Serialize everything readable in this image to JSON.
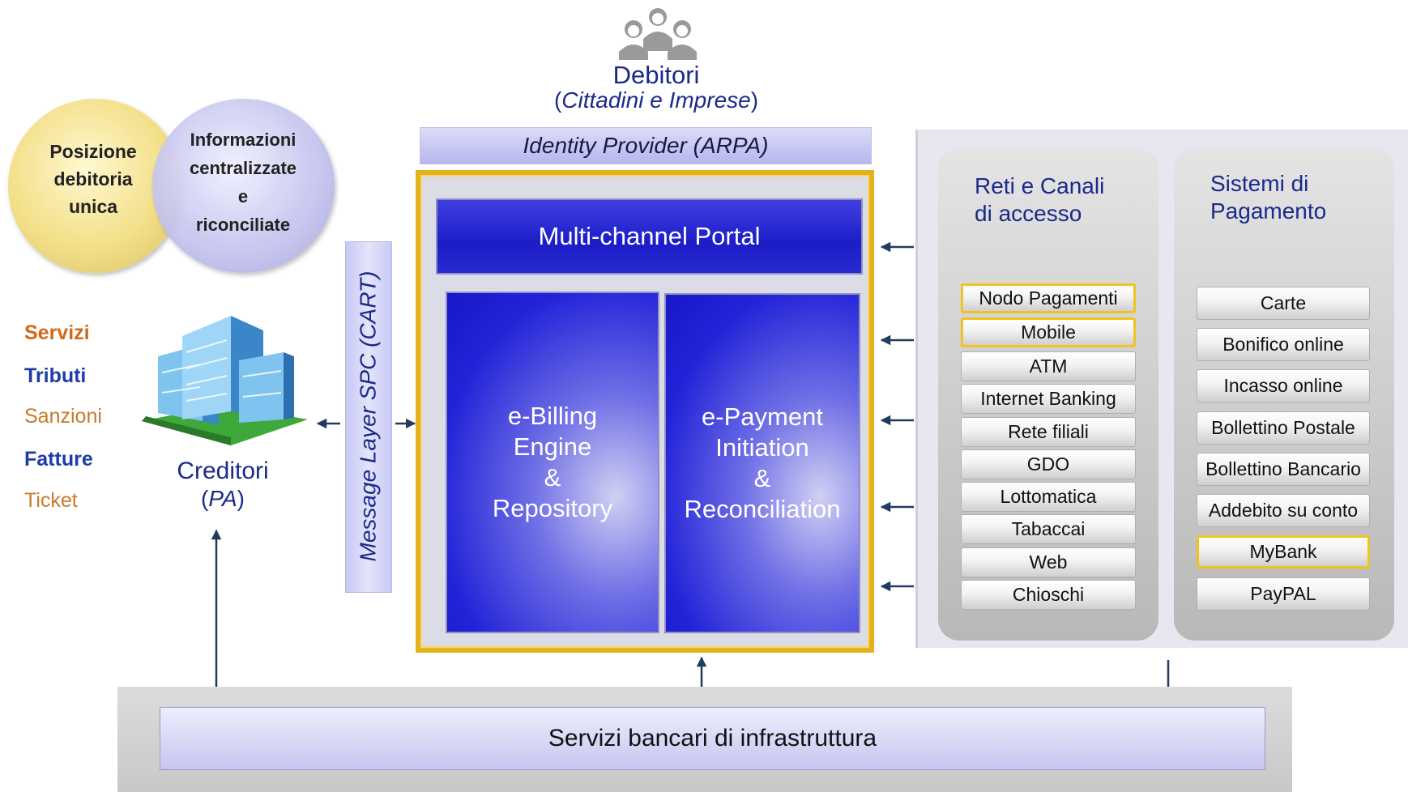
{
  "debtors": {
    "title": "Debitori",
    "subtitle_open": "(",
    "subtitle": "Cittadini e Imprese",
    "subtitle_close": ")"
  },
  "venn": {
    "left_lines": [
      "Posizione",
      "debitoria",
      "unica"
    ],
    "right_lines": [
      "Informazioni",
      "centralizzate",
      "e",
      "riconciliate"
    ]
  },
  "services_list": [
    "Servizi",
    "Tributi",
    "Sanzioni",
    "Fatture",
    "Ticket"
  ],
  "creditori": {
    "title": "Creditori",
    "subtitle_open": "(",
    "subtitle": "PA",
    "subtitle_close": ")"
  },
  "message_layer": "Message Layer SPC (CART)",
  "identity_provider": "Identity Provider  (ARPA)",
  "portal": "Multi-channel Portal",
  "billing_lines": [
    "e-Billing",
    "Engine",
    "&",
    "Repository"
  ],
  "payment_lines": [
    "e-Payment",
    "Initiation",
    "&",
    "Reconciliation"
  ],
  "channels": {
    "title_lines": [
      "Reti e Canali",
      "di accesso"
    ],
    "items": [
      "Nodo Pagamenti",
      "Mobile",
      "ATM",
      "Internet Banking",
      "Rete filiali",
      "GDO",
      "Lottomatica",
      "Tabaccai",
      "Web",
      "Chioschi"
    ],
    "highlighted": [
      "Nodo Pagamenti",
      "Mobile"
    ]
  },
  "payment_systems": {
    "title_lines": [
      "Sistemi di",
      "Pagamento"
    ],
    "items": [
      "Carte",
      "Bonifico online",
      "Incasso online",
      "Bollettino Postale",
      "Bollettino Bancario",
      "Addebito su conto",
      "MyBank",
      "PayPAL"
    ],
    "highlighted": [
      "MyBank"
    ]
  },
  "infrastructure": "Servizi bancari di infrastruttura",
  "colors": {
    "frame_gold": "#e3b21e",
    "blue_box": "#1c1cc8",
    "text_blue": "#1a2a8a"
  },
  "icons": [
    "people-group-icon",
    "office-building-icon"
  ]
}
